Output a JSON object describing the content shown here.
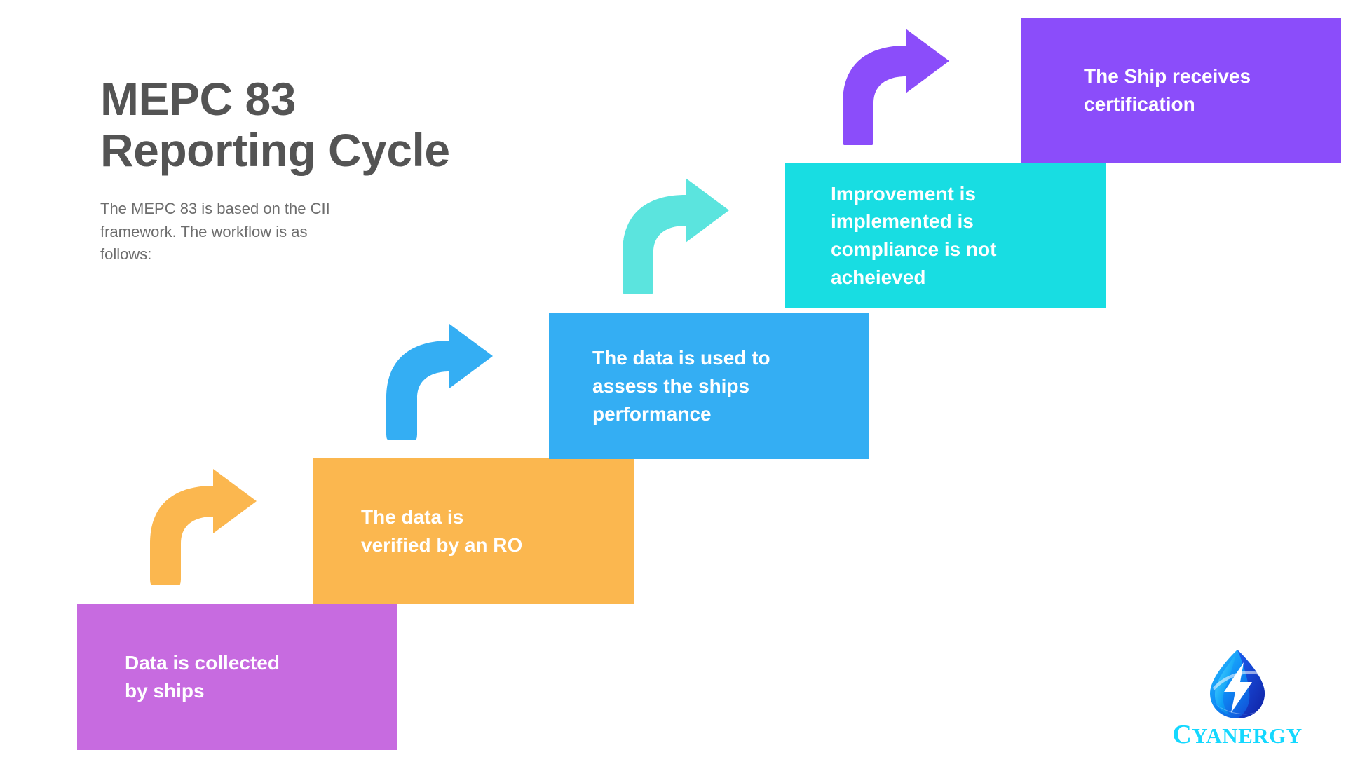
{
  "header": {
    "title_line1": "MEPC 83",
    "title_line2": "Reporting Cycle",
    "subtitle": "The MEPC 83 is based on the CII framework. The workflow is as follows:"
  },
  "colors": {
    "title_text": "#545454",
    "subtitle_text": "#6d6d6d",
    "step_1": "#C76BE0",
    "step_2": "#FBB74F",
    "step_3": "#34AEF3",
    "step_4": "#18DDE2",
    "step_5": "#8B4DFA",
    "background": "#FFFFFF",
    "logo_text": "#14D8FF"
  },
  "flow": {
    "steps": [
      {
        "id": "collect",
        "order": 1,
        "label": "Data is collected\nby ships",
        "color": "#C76BE0"
      },
      {
        "id": "verify",
        "order": 2,
        "label": "The data is\nverified by an RO",
        "color": "#FBB74F"
      },
      {
        "id": "assess",
        "order": 3,
        "label": "The data is used to\nassess the ships\nperformance",
        "color": "#34AEF3"
      },
      {
        "id": "improve",
        "order": 4,
        "label": "Improvement is\nimplemented is\ncompliance is not\nacheieved",
        "color": "#18DDE2"
      },
      {
        "id": "certify",
        "order": 5,
        "label": "The Ship receives\ncertification",
        "color": "#8B4DFA"
      }
    ],
    "arrows": [
      {
        "id": "arrow-1",
        "from": "collect",
        "to": "verify",
        "color": "#FBB74F",
        "icon": "curved-arrow-up-right-icon"
      },
      {
        "id": "arrow-2",
        "from": "verify",
        "to": "assess",
        "color": "#34AEF3",
        "icon": "curved-arrow-up-right-icon"
      },
      {
        "id": "arrow-3",
        "from": "assess",
        "to": "improve",
        "color": "#5BE4DE",
        "icon": "curved-arrow-up-right-icon"
      },
      {
        "id": "arrow-4",
        "from": "improve",
        "to": "certify",
        "color": "#8B4DFA",
        "icon": "curved-arrow-up-right-icon"
      }
    ]
  },
  "logo": {
    "icon": "cyanergy-droplet-bolt-logo-icon",
    "word_cap": "C",
    "word_rest": "YANERGY"
  }
}
